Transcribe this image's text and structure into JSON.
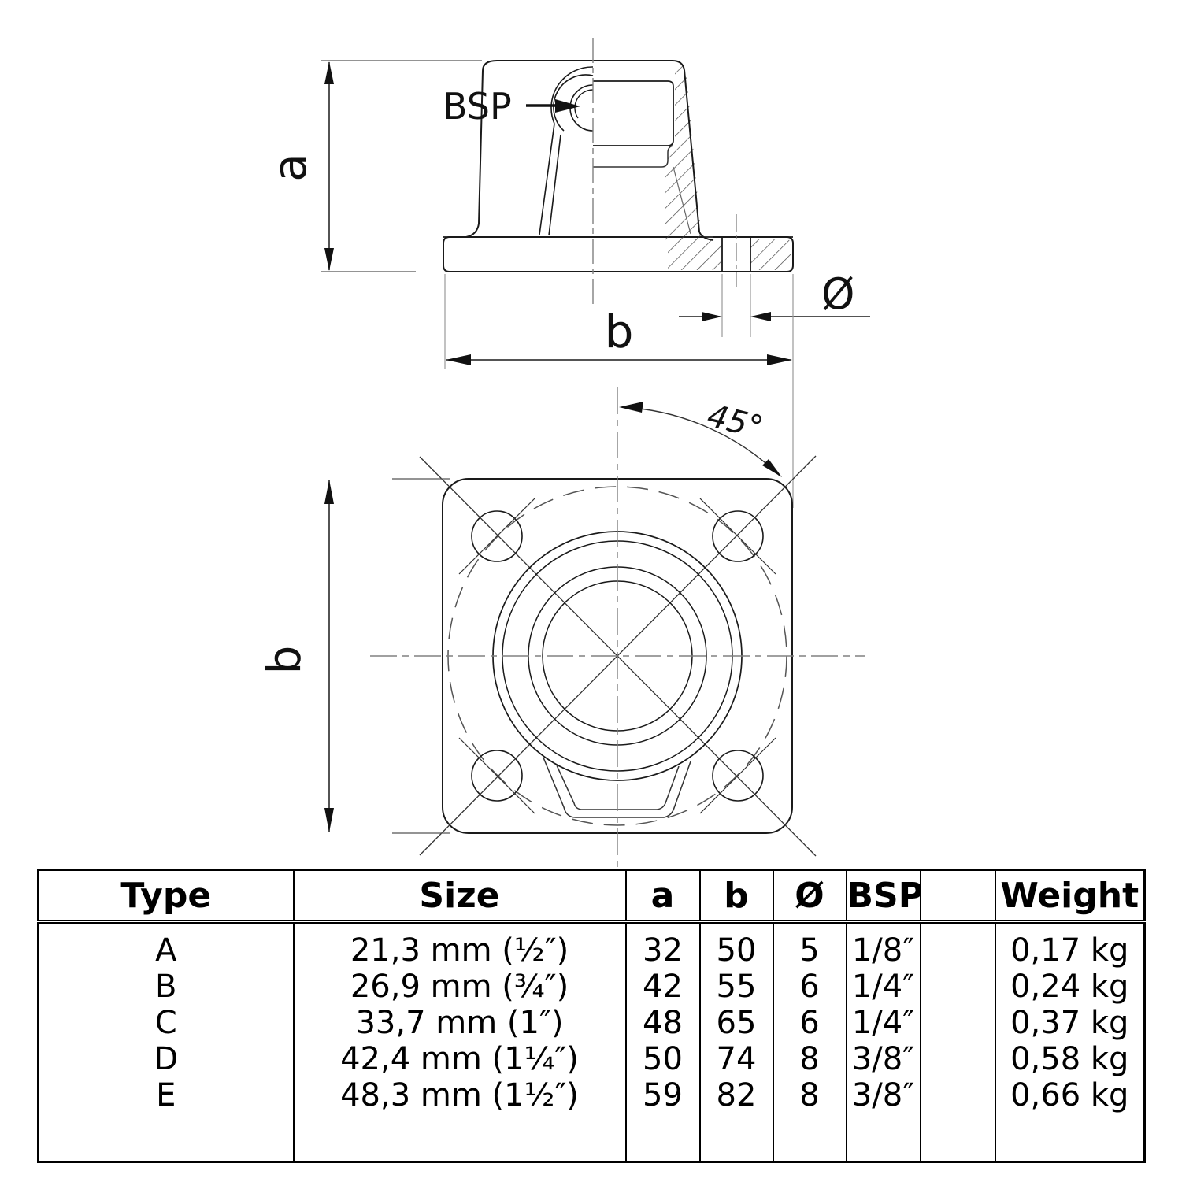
{
  "drawing": {
    "side_view": {
      "bsp_label": "BSP",
      "dim_a_label": "a",
      "dim_b_label": "b",
      "diameter_label": "Ø"
    },
    "plan_view": {
      "dim_b_label": "b",
      "angle_label": "45°"
    }
  },
  "table": {
    "headers": {
      "type": "Type",
      "size": "Size",
      "a": "a",
      "b": "b",
      "diameter": "Ø",
      "bsp": "BSP",
      "spacer": "",
      "weight": "Weight"
    },
    "rows": [
      {
        "type": "A",
        "size": "21,3 mm (½″)",
        "a": "32",
        "b": "50",
        "diameter": "5",
        "bsp": "1/8″",
        "spacer": "",
        "weight": "0,17 kg"
      },
      {
        "type": "B",
        "size": "26,9 mm (¾″)",
        "a": "42",
        "b": "55",
        "diameter": "6",
        "bsp": "1/4″",
        "spacer": "",
        "weight": "0,24 kg"
      },
      {
        "type": "C",
        "size": "33,7 mm (1″)",
        "a": "48",
        "b": "65",
        "diameter": "6",
        "bsp": "1/4″",
        "spacer": "",
        "weight": "0,37 kg"
      },
      {
        "type": "D",
        "size": "42,4 mm (1¼″)",
        "a": "50",
        "b": "74",
        "diameter": "8",
        "bsp": "3/8″",
        "spacer": "",
        "weight": "0,58 kg"
      },
      {
        "type": "E",
        "size": "48,3 mm (1½″)",
        "a": "59",
        "b": "82",
        "diameter": "8",
        "bsp": "3/8″",
        "spacer": "",
        "weight": "0,66 kg"
      }
    ]
  },
  "colors": {
    "line": "#1a1a1a",
    "construction": "#808080",
    "extension": "#999999",
    "background": "#ffffff"
  }
}
